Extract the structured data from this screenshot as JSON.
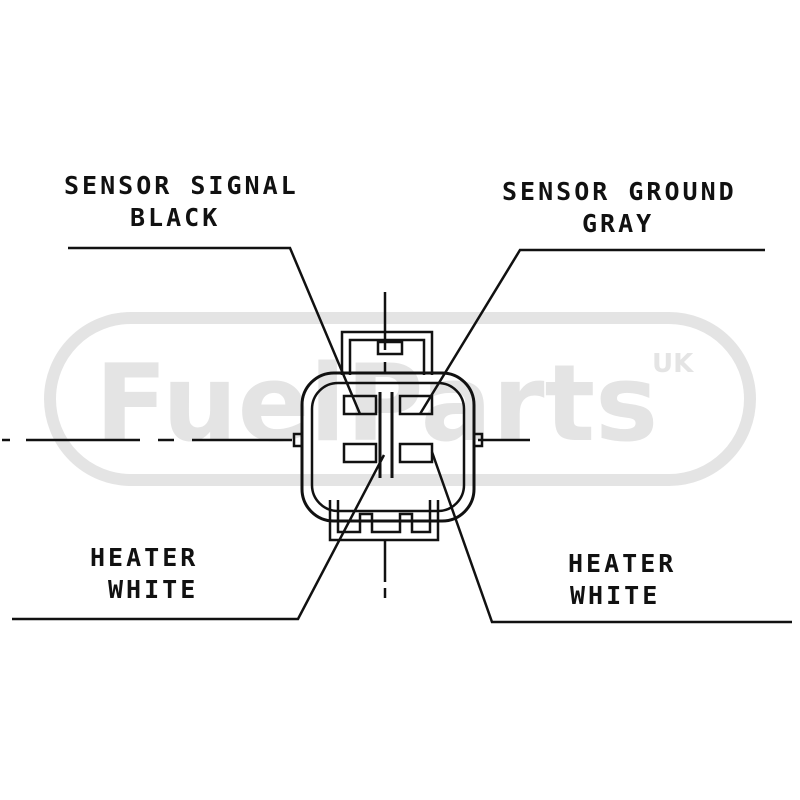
{
  "labels": {
    "top_left": {
      "line1": "SENSOR SIGNAL",
      "line2": "BLACK"
    },
    "top_right": {
      "line1": "SENSOR GROUND",
      "line2": "GRAY"
    },
    "bottom_left": {
      "line1": "HEATER",
      "line2": "WHITE"
    },
    "bottom_right": {
      "line1": "HEATER",
      "line2": "WHITE"
    }
  },
  "watermark": {
    "text": "FuelParts",
    "superscript": "UK"
  },
  "colors": {
    "ink": "#111111",
    "watermark": "#e4e4e4"
  }
}
